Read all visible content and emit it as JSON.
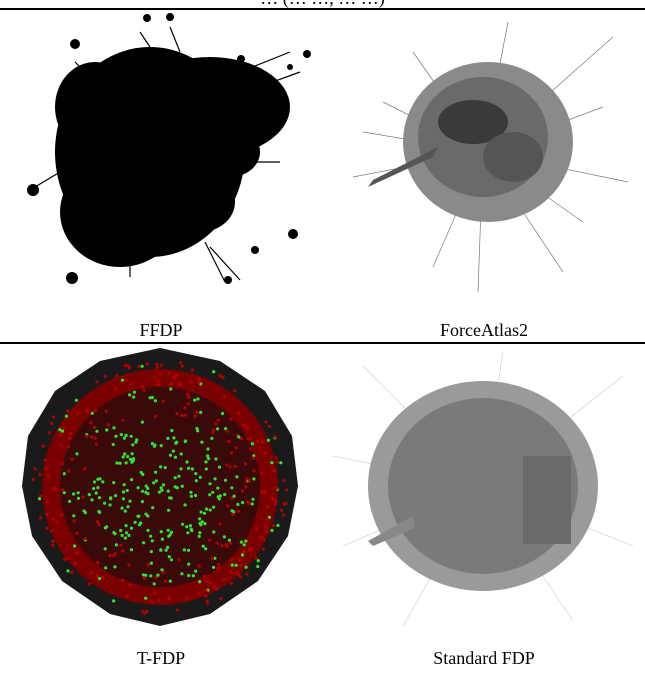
{
  "header": {
    "text": "… (… …, … …)"
  },
  "panels": [
    {
      "caption": "FFDP"
    },
    {
      "caption": "ForceAtlas2"
    },
    {
      "caption": "T-FDP"
    },
    {
      "caption": "Standard FDP"
    }
  ],
  "colors": {
    "ink": "#000000",
    "tfdp_red": "#b50000",
    "tfdp_green": "#2ee62e",
    "fa2_gray": "#555555",
    "fdp_gray": "#6f6f6f"
  }
}
